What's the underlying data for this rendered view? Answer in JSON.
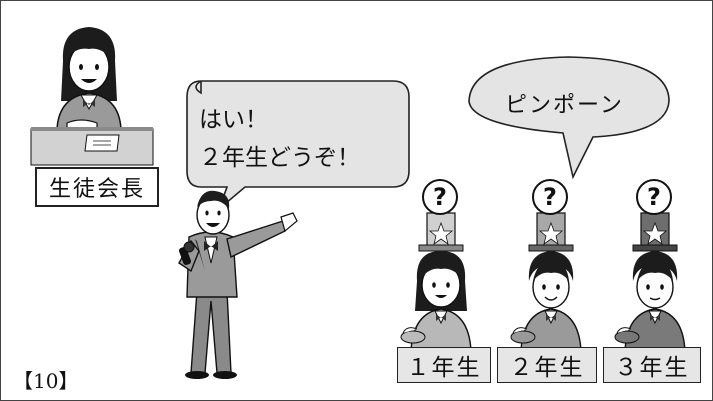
{
  "president": {
    "label": "生徒会長"
  },
  "host": {
    "speech": "はい！\n２年生どうぞ！"
  },
  "buzzer": {
    "sound": "ピンポーン"
  },
  "contestants": [
    {
      "label": "１年生",
      "mark": "?"
    },
    {
      "label": "２年生",
      "mark": "?"
    },
    {
      "label": "３年生",
      "mark": "?"
    }
  ],
  "problem": {
    "number": "【10】"
  }
}
